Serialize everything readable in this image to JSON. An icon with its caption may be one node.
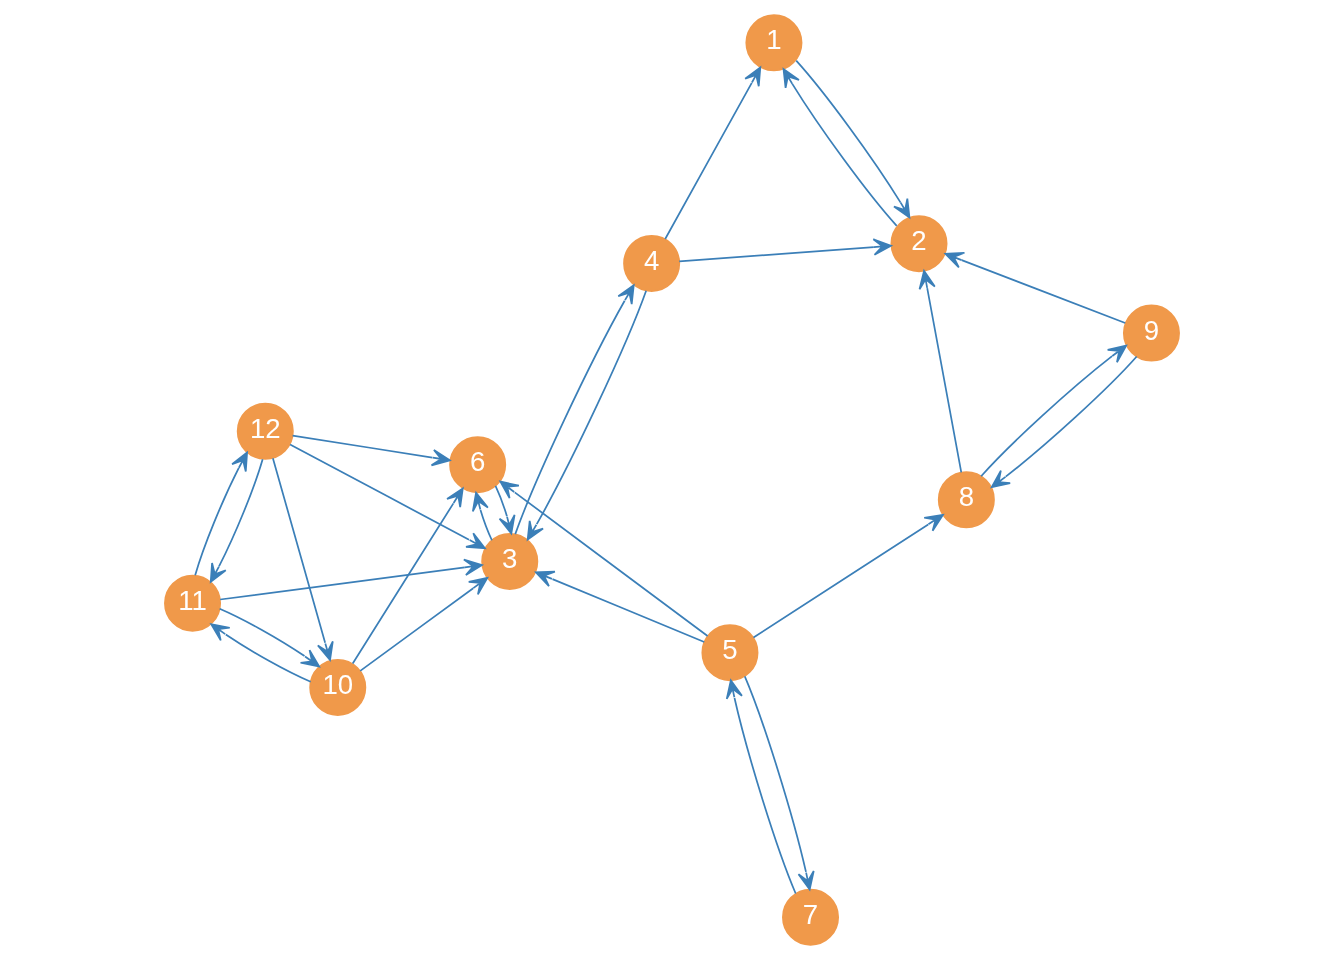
{
  "diagram": {
    "nodes": [
      {
        "text": [
          "1"
        ]
      },
      {
        "text": [
          "2"
        ]
      },
      {
        "text": [
          "3"
        ]
      },
      {
        "text": [
          "4"
        ]
      },
      {
        "text": [
          "5"
        ]
      },
      {
        "text": [
          "6"
        ]
      },
      {
        "text": [
          "7"
        ]
      },
      {
        "text": [
          "8"
        ]
      },
      {
        "text": [
          "9"
        ]
      },
      {
        "text": [
          "10"
        ]
      },
      {
        "text": [
          "11"
        ]
      },
      {
        "text": [
          "12"
        ]
      }
    ],
    "edges": [
      {
        "from": 6,
        "to": 4,
        "arrow": "to"
      },
      {
        "from": 4,
        "to": 6,
        "arrow": "to"
      },
      {
        "from": 4,
        "to": 5,
        "arrow": "to"
      },
      {
        "from": 4,
        "to": 7,
        "arrow": "to"
      },
      {
        "from": 4,
        "to": 2,
        "arrow": "to"
      },
      {
        "from": 5,
        "to": 2,
        "arrow": "to"
      },
      {
        "from": 2,
        "to": 5,
        "arrow": "to"
      },
      {
        "from": 11,
        "to": 5,
        "arrow": "to"
      },
      {
        "from": 9,
        "to": 5,
        "arrow": "to"
      },
      {
        "from": 11,
        "to": 2,
        "arrow": "to"
      },
      {
        "from": 9,
        "to": 2,
        "arrow": "to"
      },
      {
        "from": 10,
        "to": 2,
        "arrow": "to"
      },
      {
        "from": 11,
        "to": 9,
        "arrow": "to"
      },
      {
        "from": 11,
        "to": 10,
        "arrow": "to"
      },
      {
        "from": 10,
        "to": 11,
        "arrow": "to"
      },
      {
        "from": 9,
        "to": 10,
        "arrow": "to"
      },
      {
        "from": 10,
        "to": 9,
        "arrow": "to"
      },
      {
        "from": 2,
        "to": 3,
        "arrow": "to"
      },
      {
        "from": 3,
        "to": 2,
        "arrow": "to"
      },
      {
        "from": 3,
        "to": 1,
        "arrow": "to"
      },
      {
        "from": 3,
        "to": 0,
        "arrow": "to"
      },
      {
        "from": 7,
        "to": 1,
        "arrow": "to"
      },
      {
        "from": 8,
        "to": 1,
        "arrow": "to"
      },
      {
        "from": 7,
        "to": 8,
        "arrow": "to"
      },
      {
        "from": 8,
        "to": 7,
        "arrow": "to"
      },
      {
        "from": 1,
        "to": 0,
        "arrow": "to"
      },
      {
        "from": 0,
        "to": 1,
        "arrow": "to"
      }
    ]
  }
}
